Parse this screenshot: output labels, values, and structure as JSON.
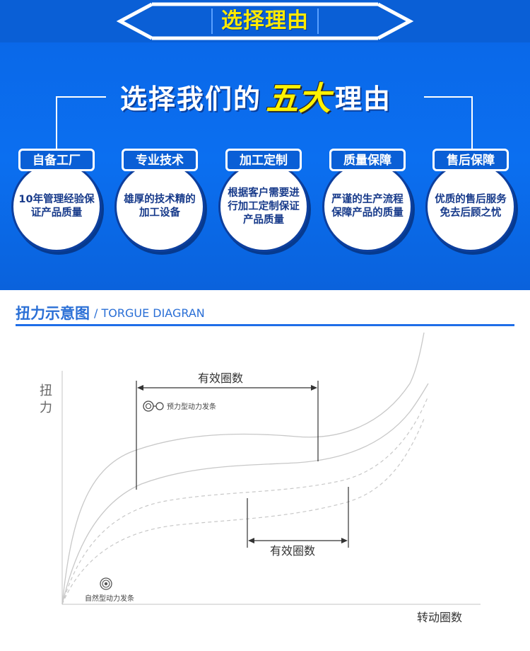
{
  "banner": {
    "title": "选择理由",
    "headline_pre": "选择我们的",
    "headline_highlight": "五大",
    "headline_post": "理由"
  },
  "reasons": [
    {
      "title": "自备工厂",
      "desc": "10年管理经验保证产品质量"
    },
    {
      "title": "专业技术",
      "desc": "雄厚的技术精的加工设备"
    },
    {
      "title": "加工定制",
      "desc": "根据客户需要进行加工定制保证产品质量"
    },
    {
      "title": "质量保障",
      "desc": "严谨的生产流程保障产品的质量"
    },
    {
      "title": "售后保障",
      "desc": "优质的售后服务免去后顾之忧"
    }
  ],
  "section": {
    "title": "扭力示意图",
    "subtitle": "/ TORGUE DIAGRAN"
  },
  "diagram": {
    "y_label": "扭力",
    "x_label": "转动圈数",
    "effective_turns_top": "有效圈数",
    "effective_turns_bottom": "有效圈数",
    "preload_spring": "预力型动力发条",
    "natural_spring": "自然型动力发条"
  },
  "colors": {
    "primary_blue": "#0a66e6",
    "accent_yellow": "#fff200",
    "section_blue": "#2a6fd6"
  }
}
